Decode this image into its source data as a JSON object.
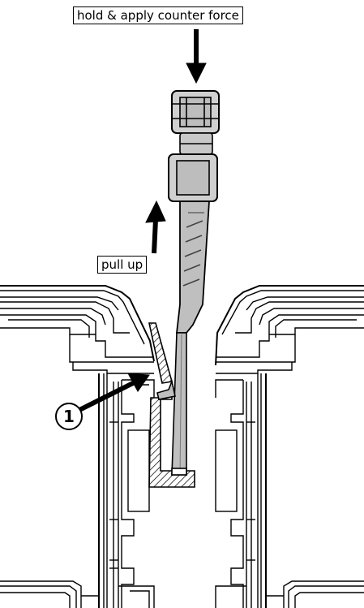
{
  "labels": {
    "top": "hold & apply counter force",
    "pull": "pull up",
    "callout_number": "1"
  },
  "colors": {
    "line": "#000000",
    "tool_fill": "#bfbfbf",
    "background": "#ffffff"
  }
}
